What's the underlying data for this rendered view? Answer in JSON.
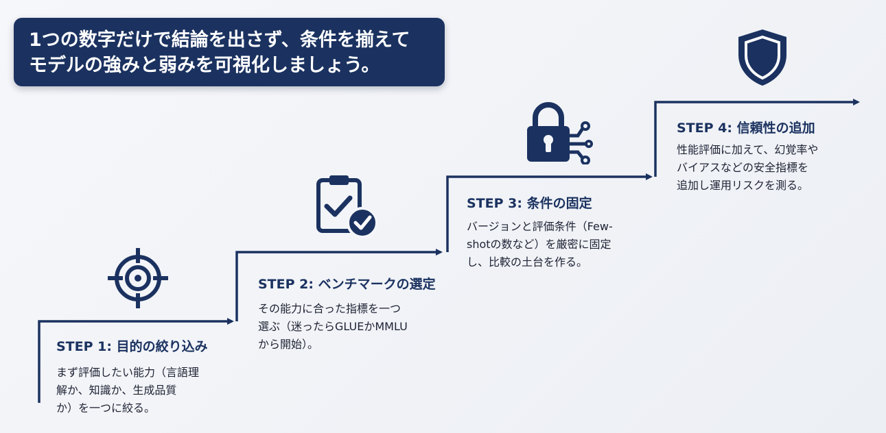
{
  "banner": {
    "text": "1つの数字だけで結論を出さず、条件を揃えて\nモデルの強みと弱みを可視化しましょう。"
  },
  "steps": [
    {
      "title": "STEP 1: 目的の絞り込み",
      "desc": "まず評価したい能力（言語理\n解か、知識か、生成品質\nか）を一つに絞る。",
      "icon": "target-icon"
    },
    {
      "title": "STEP 2: ベンチマークの選定",
      "desc": "その能力に合った指標を一つ\n選ぶ（迷ったらGLUEかMMLU\nから開始）。",
      "icon": "clipboard-check-icon"
    },
    {
      "title": "STEP 3: 条件の固定",
      "desc": "バージョンと評価条件（Few-\nshotの数など）を厳密に固定\nし、比較の土台を作る。",
      "icon": "padlock-icon"
    },
    {
      "title": "STEP 4: 信頼性の追加",
      "desc": "性能評価に加えて、幻覚率や\nバイアスなどの安全指標を\n追加し運用リスクを測る。",
      "icon": "shield-icon"
    }
  ],
  "colors": {
    "navy": "#1b3260",
    "text": "#1e2233",
    "background": "#f3f5f8"
  }
}
